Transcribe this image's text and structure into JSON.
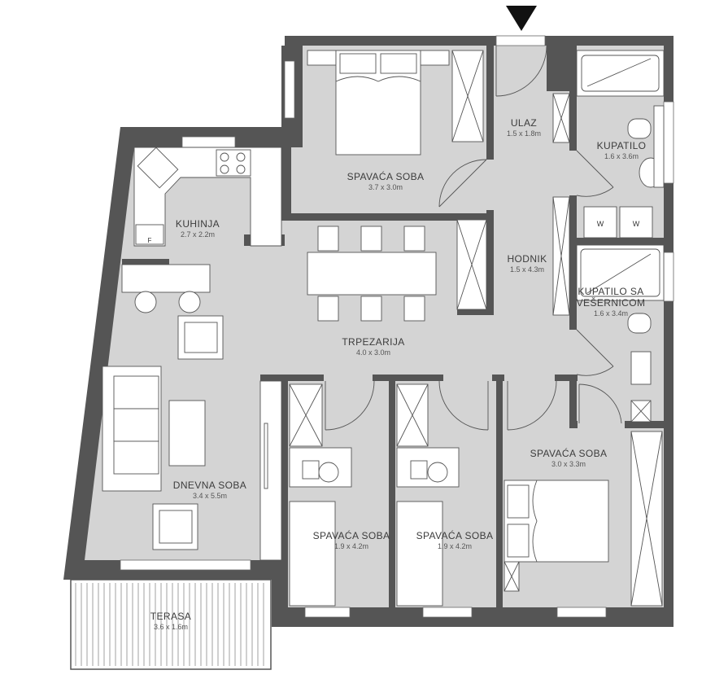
{
  "plan": {
    "entrance_marker": "entrance-arrow",
    "colors": {
      "floor": "#d4d4d4",
      "wall": "#555555",
      "furniture": "#ffffff",
      "line": "#4a4a4a",
      "background": "#ffffff"
    },
    "rooms": [
      {
        "id": "spavaca-soba-1",
        "name": "SPAVAĆA SOBA",
        "dims": "3.7 x 3.0m"
      },
      {
        "id": "ulaz",
        "name": "ULAZ",
        "dims": "1.5 x 1.8m"
      },
      {
        "id": "kupatilo",
        "name": "KUPATILO",
        "dims": "1.6 x 3.6m"
      },
      {
        "id": "kuhinja",
        "name": "KUHINJA",
        "dims": "2.7 x 2.2m"
      },
      {
        "id": "hodnik",
        "name": "HODNIK",
        "dims": "1.5 x 4.3m"
      },
      {
        "id": "kupatilo-sa-vesernicom",
        "name": "KUPATILO SA VEŠERNICOM",
        "dims": "1.6 x 3.4m"
      },
      {
        "id": "trpezarija",
        "name": "TRPEZARIJA",
        "dims": "4.0 x 3.0m"
      },
      {
        "id": "spavaca-soba-2",
        "name": "SPAVAĆA SOBA",
        "dims": "3.0 x 3.3m"
      },
      {
        "id": "dnevna-soba",
        "name": "DNEVNA SOBA",
        "dims": "3.4 x 5.5m"
      },
      {
        "id": "spavaca-soba-3",
        "name": "SPAVAĆA SOBA",
        "dims": "1.9 x 4.2m"
      },
      {
        "id": "spavaca-soba-4",
        "name": "SPAVAĆA SOBA",
        "dims": "1.9 x 4.2m"
      },
      {
        "id": "terasa",
        "name": "TERASA",
        "dims": "3.6 x 1.6m"
      }
    ],
    "fixture_marks": {
      "fridge": "F",
      "washer": "W",
      "dryer": "W"
    }
  }
}
